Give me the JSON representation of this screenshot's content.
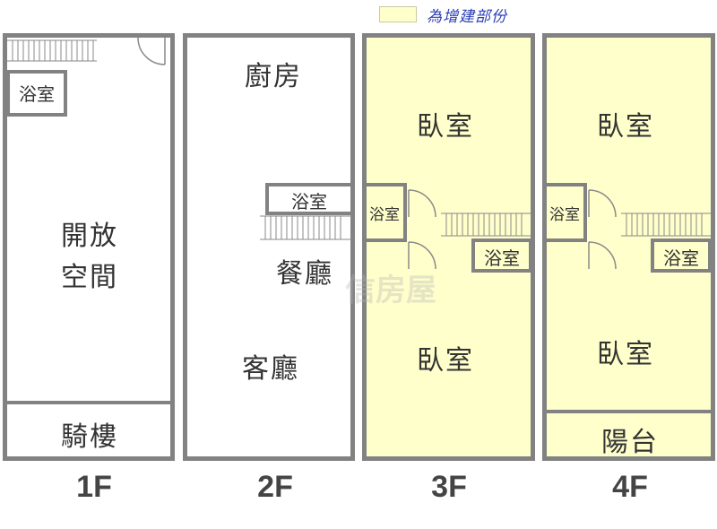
{
  "legend": {
    "label": "為增建部份",
    "color": "#ffffcc"
  },
  "floors": [
    {
      "label": "1F",
      "rooms": {
        "bath": "浴室",
        "open_line1": "開放",
        "open_line2": "空間",
        "arcade": "騎樓"
      }
    },
    {
      "label": "2F",
      "rooms": {
        "kitchen": "廚房",
        "bath": "浴室",
        "dining": "餐廳",
        "living": "客廳"
      }
    },
    {
      "label": "3F",
      "rooms": {
        "bedroom_top": "臥室",
        "bath_left": "浴室",
        "bath_right": "浴室",
        "bedroom_bottom": "臥室"
      }
    },
    {
      "label": "4F",
      "rooms": {
        "bedroom_top": "臥室",
        "bath_left": "浴室",
        "bath_right": "浴室",
        "bedroom_bottom": "臥室",
        "balcony": "陽台"
      }
    }
  ],
  "colors": {
    "wall": "#828282",
    "addition_fill": "#ffffcc",
    "legend_text": "#2b3fb5"
  },
  "watermark": "信房屋"
}
